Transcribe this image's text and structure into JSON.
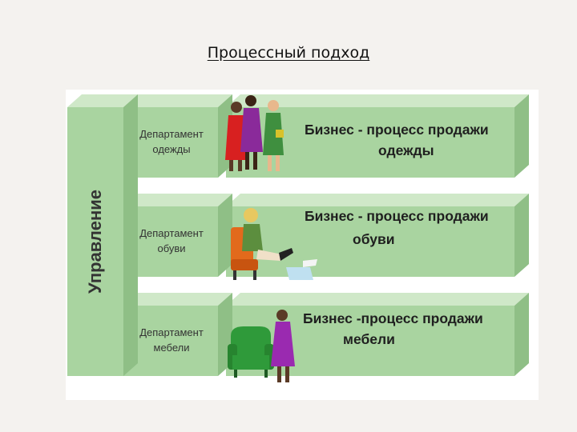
{
  "slide": {
    "title": "Процессный подход"
  },
  "diagram": {
    "management_label": "Управление",
    "rows": [
      {
        "dept_line1": "Департамент",
        "dept_line2": "одежды",
        "process_line1": "Бизнес - процесс продажи",
        "process_line2": "одежды"
      },
      {
        "dept_line1": "Департамент",
        "dept_line2": "обуви",
        "process_line1": "Бизнес - процесс продажи",
        "process_line2": "обуви"
      },
      {
        "dept_line1": "Департамент",
        "dept_line2": "мебели",
        "process_line1": "Бизнес -процесс продажи",
        "process_line2": "мебели"
      }
    ],
    "colors": {
      "panel_face": "#a9d4a0",
      "panel_top": "#cfe8c8",
      "panel_side": "#8fbf86",
      "panel_edge": "#6f9e68"
    }
  }
}
